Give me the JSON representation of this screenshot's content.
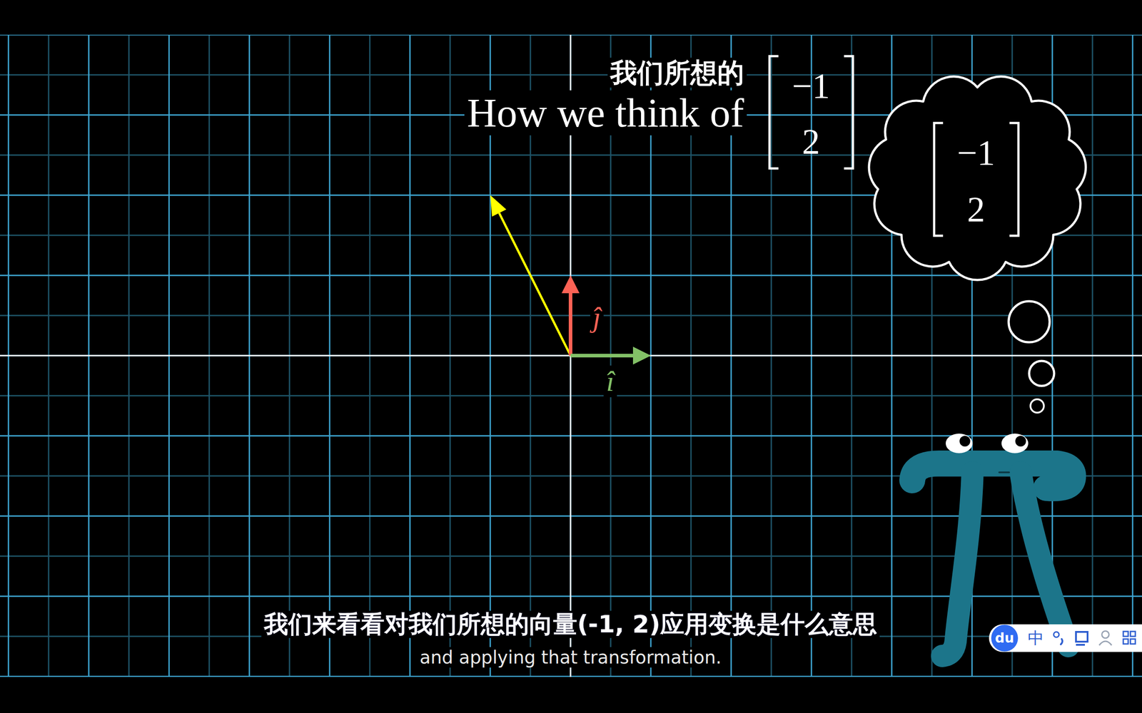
{
  "diagram": {
    "nodes": [
      {
        "text": [
          "−1",
          "2"
        ]
      }
    ],
    "labels": [
      "我们所想的",
      "How we think of",
      "−1",
      "2",
      "ĵ",
      "î",
      "我们来看看对我们所想的向量(-1, 2)应用变换是什么意思",
      "and applying that transformation.",
      "du",
      "中"
    ]
  }
}
